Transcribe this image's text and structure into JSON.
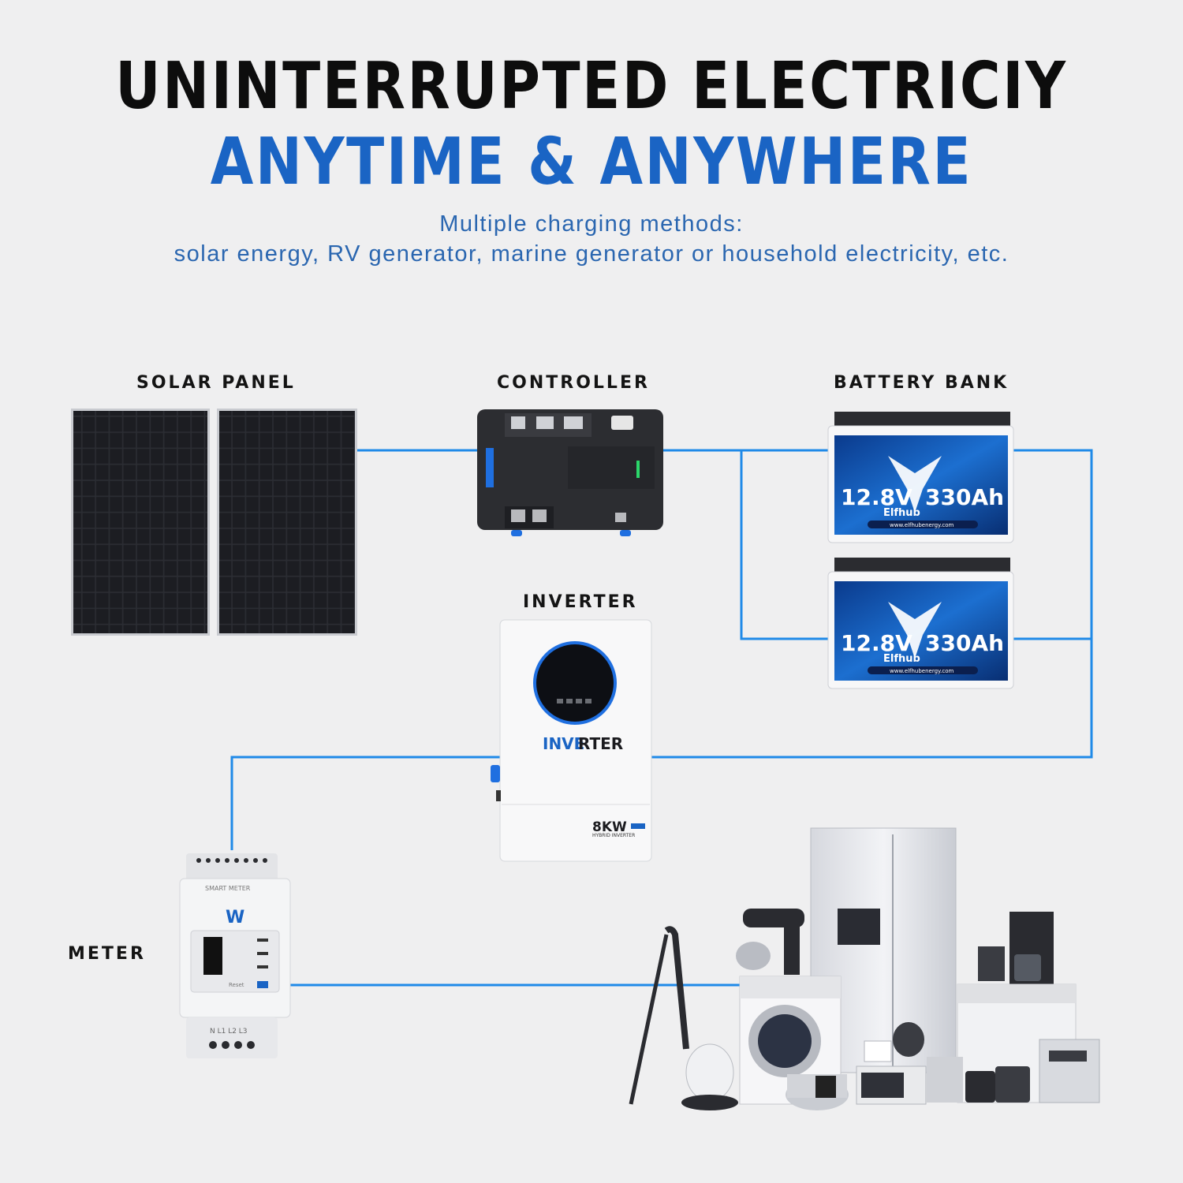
{
  "headline": {
    "line1": "UNINTERRUPTED ELECTRICIY",
    "line2": "ANYTIME & ANYWHERE"
  },
  "subtitle": {
    "line1": "Multiple charging methods:",
    "line2": "solar energy, RV generator, marine generator or household electricity, etc."
  },
  "labels": {
    "solar_panel": "SOLAR PANEL",
    "controller": "CONTROLLER",
    "battery_bank": "BATTERY BANK",
    "inverter": "INVERTER",
    "meter": "METER"
  },
  "battery": {
    "voltage": "12.8V",
    "capacity": "330Ah",
    "brand": "Elfhub",
    "url": "www.elfhubenergy.com"
  },
  "inverter_device": {
    "brand_left": "INVE",
    "brand_right": "RTER",
    "rating": "8KW",
    "type": "HYBRID INVERTER"
  },
  "meter_device": {
    "title": "SMART METER",
    "logo": "W",
    "reset": "Reset",
    "terminals": "N  L1 L2 L3"
  },
  "colors": {
    "accent": "#1a64c4",
    "wire": "#1f8ae8",
    "background": "#efeff0"
  }
}
